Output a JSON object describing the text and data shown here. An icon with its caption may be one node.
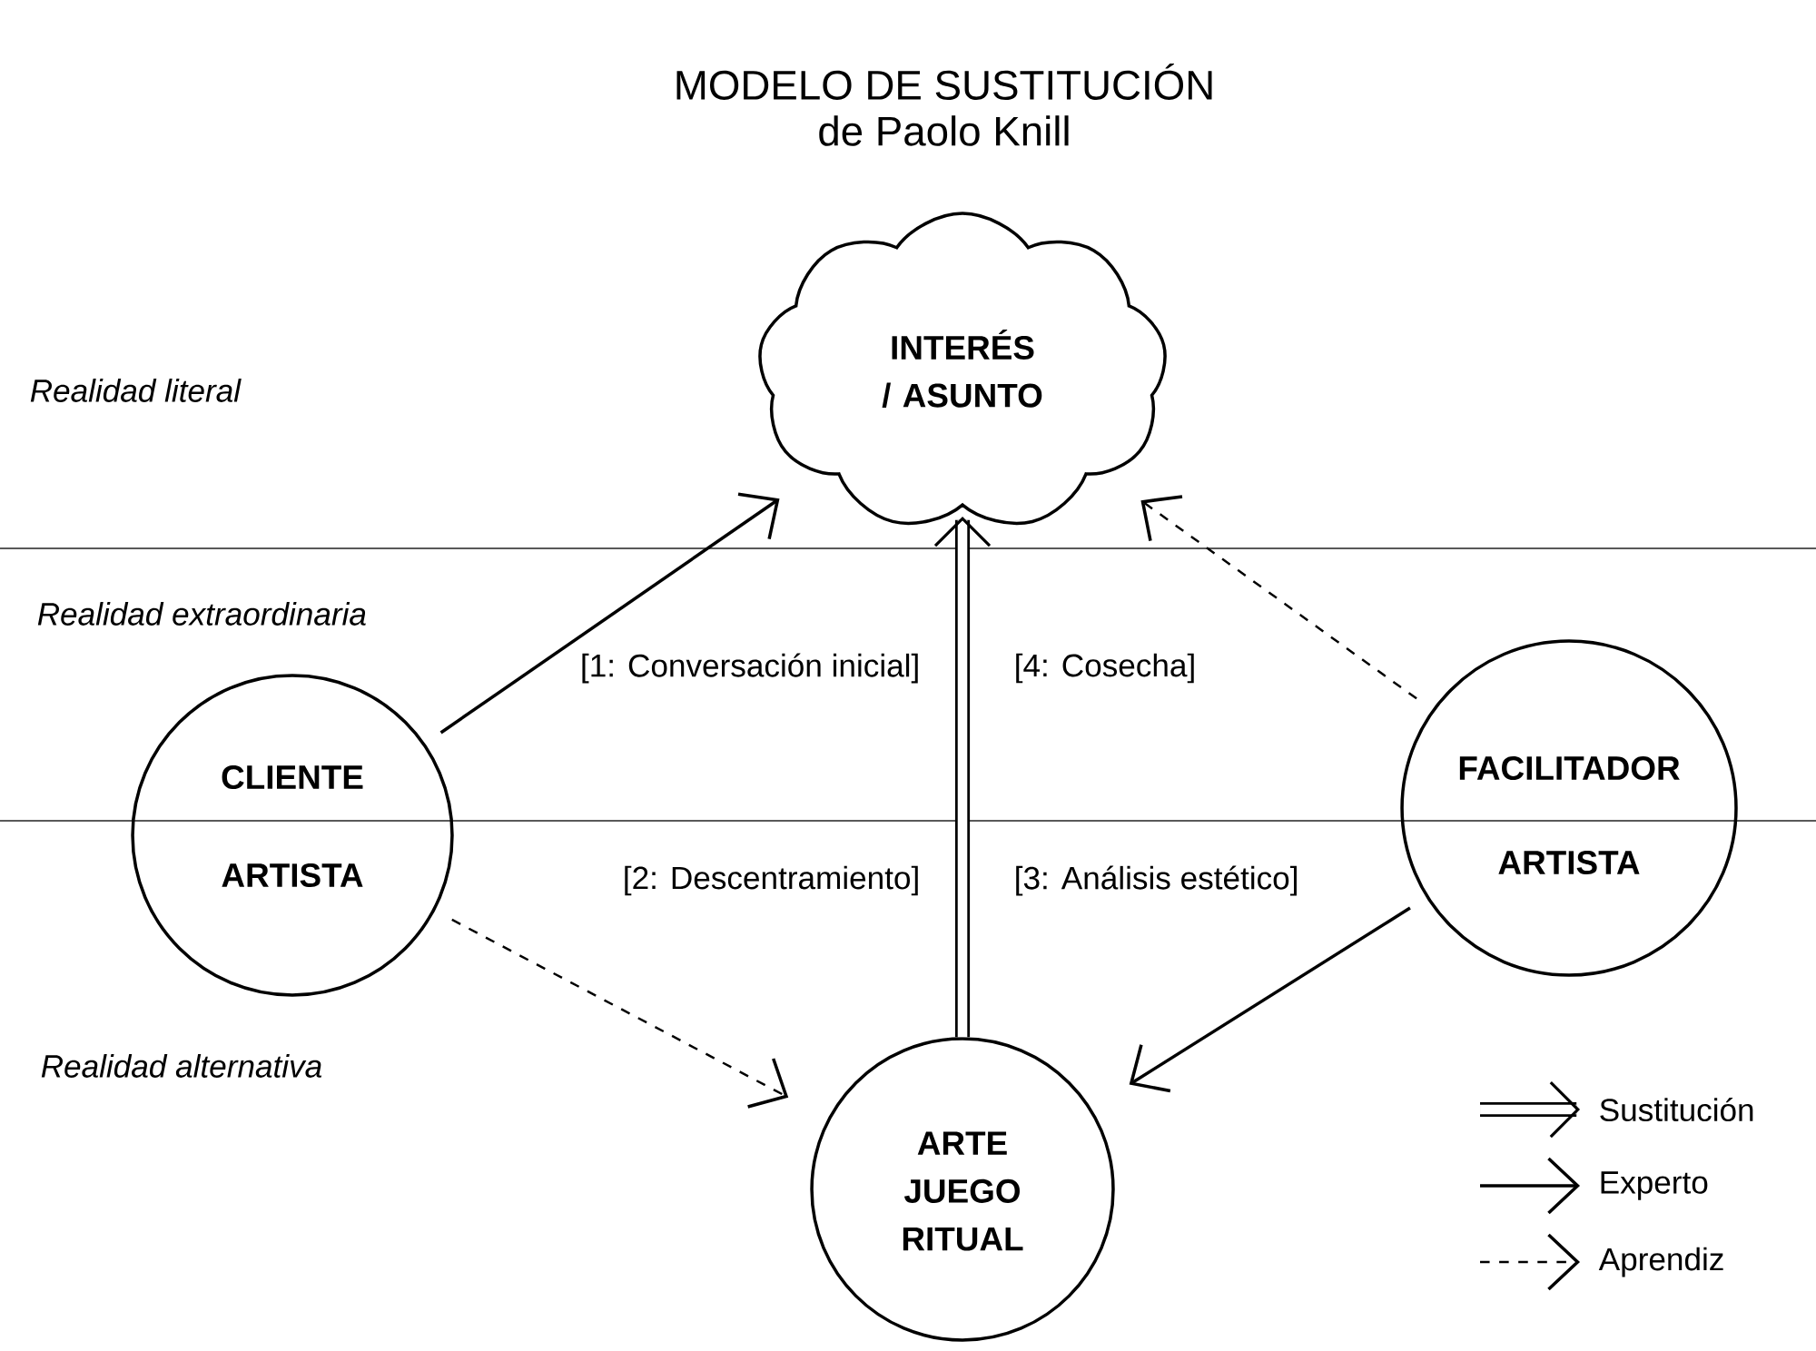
{
  "diagram": {
    "title": "MODELO DE SUSTITUCIÓN",
    "nodes": [
      {
        "text": [
          "INTERÉS / ASUNTO"
        ]
      },
      {
        "text": [
          "CLIENTE",
          "ARTISTA"
        ]
      },
      {
        "text": [
          "FACILITADOR",
          "ARTISTA"
        ]
      },
      {
        "text": [
          "ARTE JUEGO RITUAL"
        ]
      }
    ],
    "edges": [
      {
        "from": 1,
        "to": 0,
        "arrow": "to"
      },
      {
        "from": 2,
        "to": 0,
        "arrow": "to",
        "style": "dashed"
      },
      {
        "from": 3,
        "to": 0,
        "arrow": "to",
        "style": "thick"
      },
      {
        "from": 1,
        "to": 3,
        "arrow": "to",
        "style": "dashed"
      },
      {
        "from": 2,
        "to": 3,
        "arrow": "to"
      }
    ],
    "labels": [
      "de Paolo Knill",
      "Realidad literal",
      "Realidad extraordinaria",
      "[1: Conversación inicial]",
      "[4: Cosecha]",
      "[2: Descentramiento]",
      "[3: Análisis estético]",
      "Realidad alternativa"
    ],
    "legend": [
      {
        "text": "Sustitución"
      },
      {
        "text": "Experto"
      },
      {
        "text": "Aprendiz"
      }
    ]
  }
}
